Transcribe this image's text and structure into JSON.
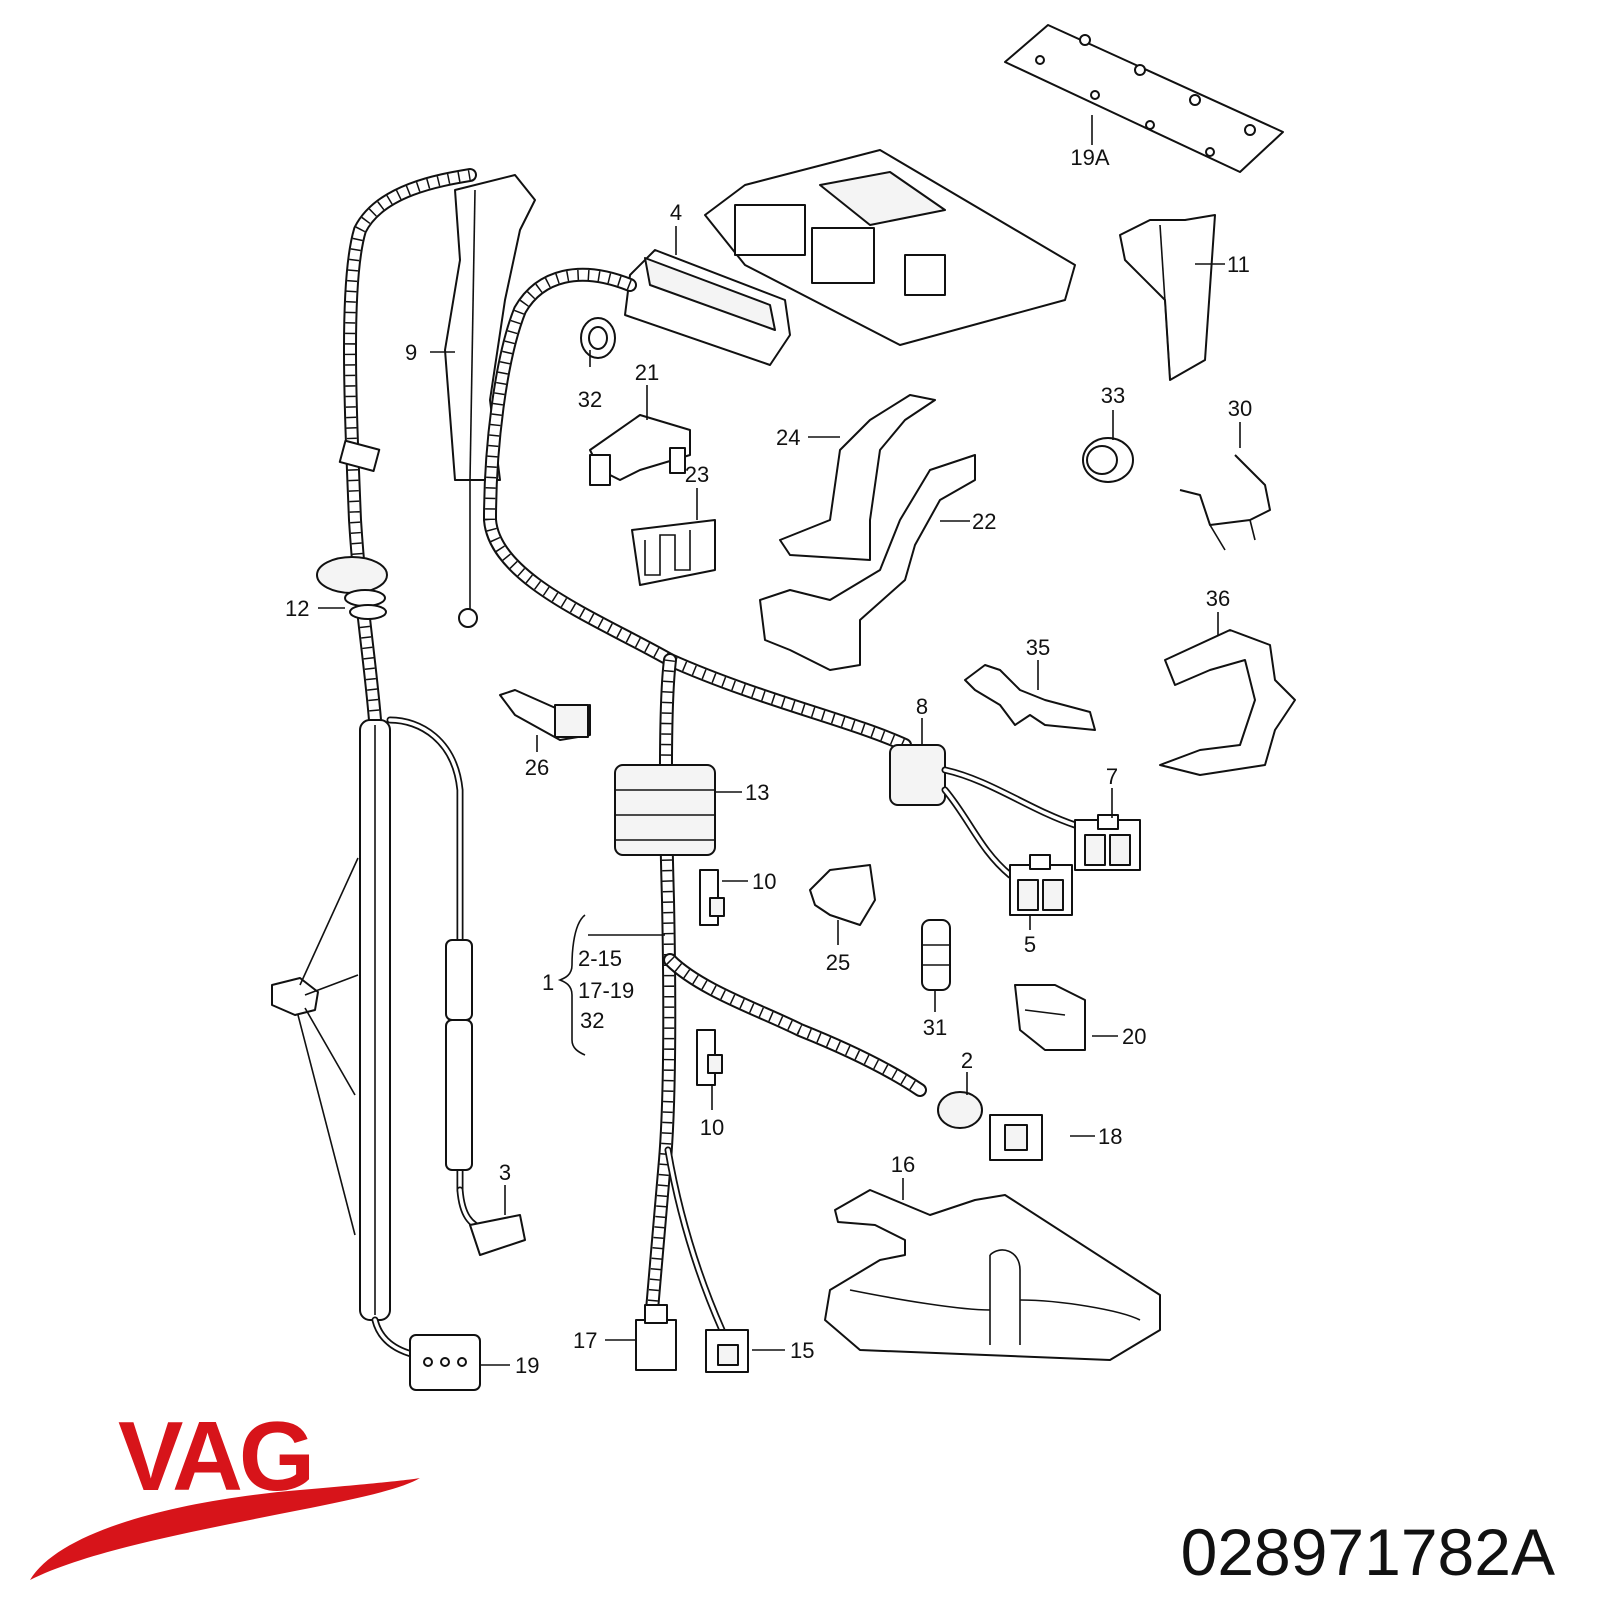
{
  "brand": {
    "name": "VAG",
    "color": "#d7141a"
  },
  "part_number": "028971782A",
  "callouts": {
    "c19A": "19A",
    "c4": "4",
    "c11": "11",
    "c9": "9",
    "c32": "32",
    "c21": "21",
    "c33": "33",
    "c30": "30",
    "c24": "24",
    "c23": "23",
    "c22": "22",
    "c12": "12",
    "c36": "36",
    "c35": "35",
    "c8": "8",
    "c26": "26",
    "c13": "13",
    "c7": "7",
    "c10a": "10",
    "c5": "5",
    "c25": "25",
    "c31": "31",
    "c20": "20",
    "c2": "2",
    "c10b": "10",
    "c18": "18",
    "c3": "3",
    "c16": "16",
    "c17": "17",
    "c15": "15",
    "c19": "19"
  },
  "group_label": {
    "main": "1",
    "ranges": [
      "2-15",
      "17-19",
      "32"
    ]
  }
}
